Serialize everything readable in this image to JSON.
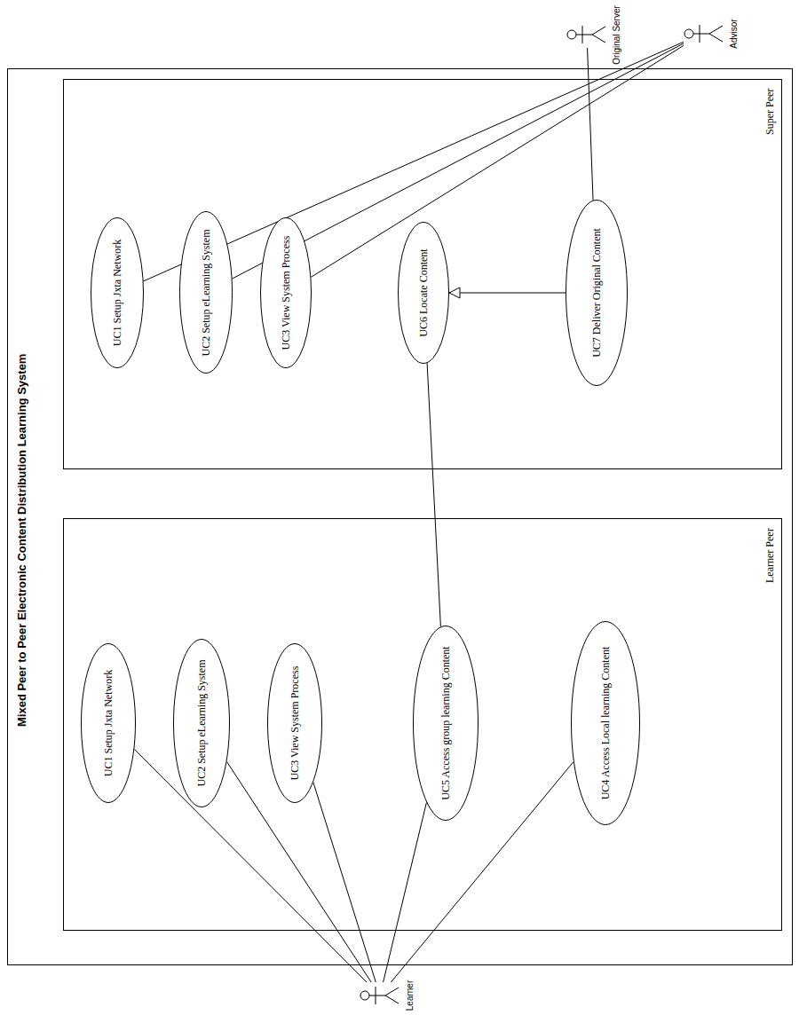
{
  "diagram": {
    "nodes": [
      {
        "text": [
          "Mixed Peer to Peer Electronic Content Distribution Learning System"
        ]
      },
      {
        "text": [
          "Learner Peer"
        ],
        "in": 0
      },
      {
        "text": [
          "UC1 Setup Jxta Network"
        ],
        "in": 1
      },
      {
        "text": [
          "UC2 Setup eLearning System"
        ],
        "in": 1
      },
      {
        "text": [
          "UC3 View System Process"
        ],
        "in": 1
      },
      {
        "text": [
          "UC5 Access group learning Content"
        ],
        "in": 1
      },
      {
        "text": [
          "UC4 Access Local learning Content"
        ],
        "in": 1
      },
      {
        "text": [
          "Super Peer"
        ],
        "in": 0
      },
      {
        "text": [
          "UC1 Setup Jxta Network"
        ],
        "in": 7
      },
      {
        "text": [
          "UC2 Setup eLearning System"
        ],
        "in": 7
      },
      {
        "text": [
          "UC3 View System Process"
        ],
        "in": 7
      },
      {
        "text": [
          "UC6 Locate Content"
        ],
        "in": 7
      },
      {
        "text": [
          "UC7 Deliver Original Content"
        ],
        "in": 7
      },
      {
        "text": [
          "Learner"
        ]
      },
      {
        "text": [
          "Original Server"
        ]
      },
      {
        "text": [
          "Advisor"
        ]
      }
    ],
    "edges": [
      {
        "from": 13,
        "to": 2,
        "arrow": "none"
      },
      {
        "from": 13,
        "to": 3,
        "arrow": "none"
      },
      {
        "from": 13,
        "to": 4,
        "arrow": "none"
      },
      {
        "from": 13,
        "to": 5,
        "arrow": "none"
      },
      {
        "from": 13,
        "to": 6,
        "arrow": "none"
      },
      {
        "from": 5,
        "to": 11,
        "arrow": "none"
      },
      {
        "from": 12,
        "to": 11,
        "arrow": "to"
      },
      {
        "from": 15,
        "to": 8,
        "arrow": "none"
      },
      {
        "from": 15,
        "to": 9,
        "arrow": "none"
      },
      {
        "from": 15,
        "to": 10,
        "arrow": "none"
      },
      {
        "from": 14,
        "to": 12,
        "arrow": "none"
      }
    ]
  }
}
